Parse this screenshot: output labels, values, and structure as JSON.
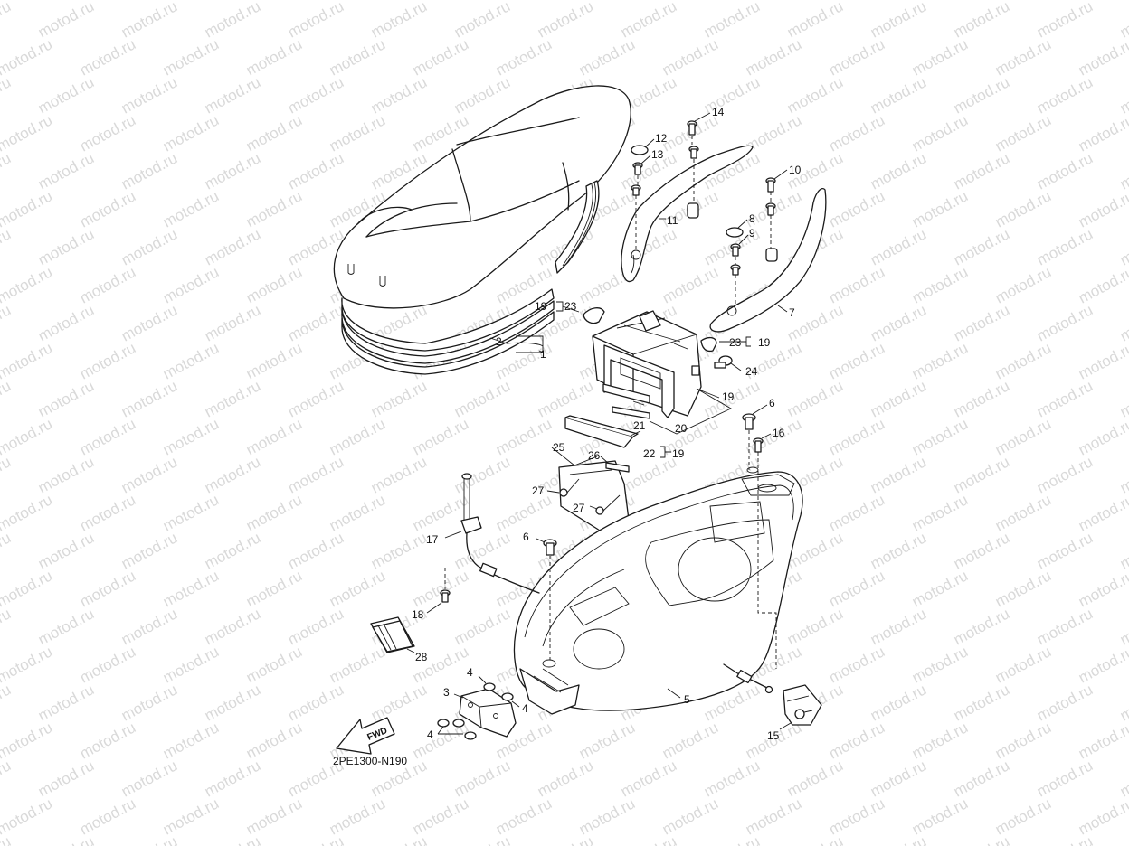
{
  "watermark": "motod.ru",
  "diagram_code": "2PE1300-N190",
  "fwd_label": "FWD",
  "callouts": {
    "c1": "1",
    "c2": "2",
    "c3": "3",
    "c4a": "4",
    "c4b": "4",
    "c4c": "4",
    "c5": "5",
    "c6a": "6",
    "c6b": "6",
    "c7": "7",
    "c8": "8",
    "c9": "9",
    "c10": "10",
    "c11": "11",
    "c12": "12",
    "c13": "13",
    "c14": "14",
    "c15": "15",
    "c16": "16",
    "c17": "17",
    "c18": "18",
    "c19a": "19",
    "c19b": "19",
    "c19c": "19",
    "c19d": "19",
    "c20": "20",
    "c21": "21",
    "c22": "22",
    "c23a": "23",
    "c23b": "23",
    "c24": "24",
    "c25": "25",
    "c26": "26",
    "c27a": "27",
    "c27b": "27",
    "c28": "28"
  }
}
